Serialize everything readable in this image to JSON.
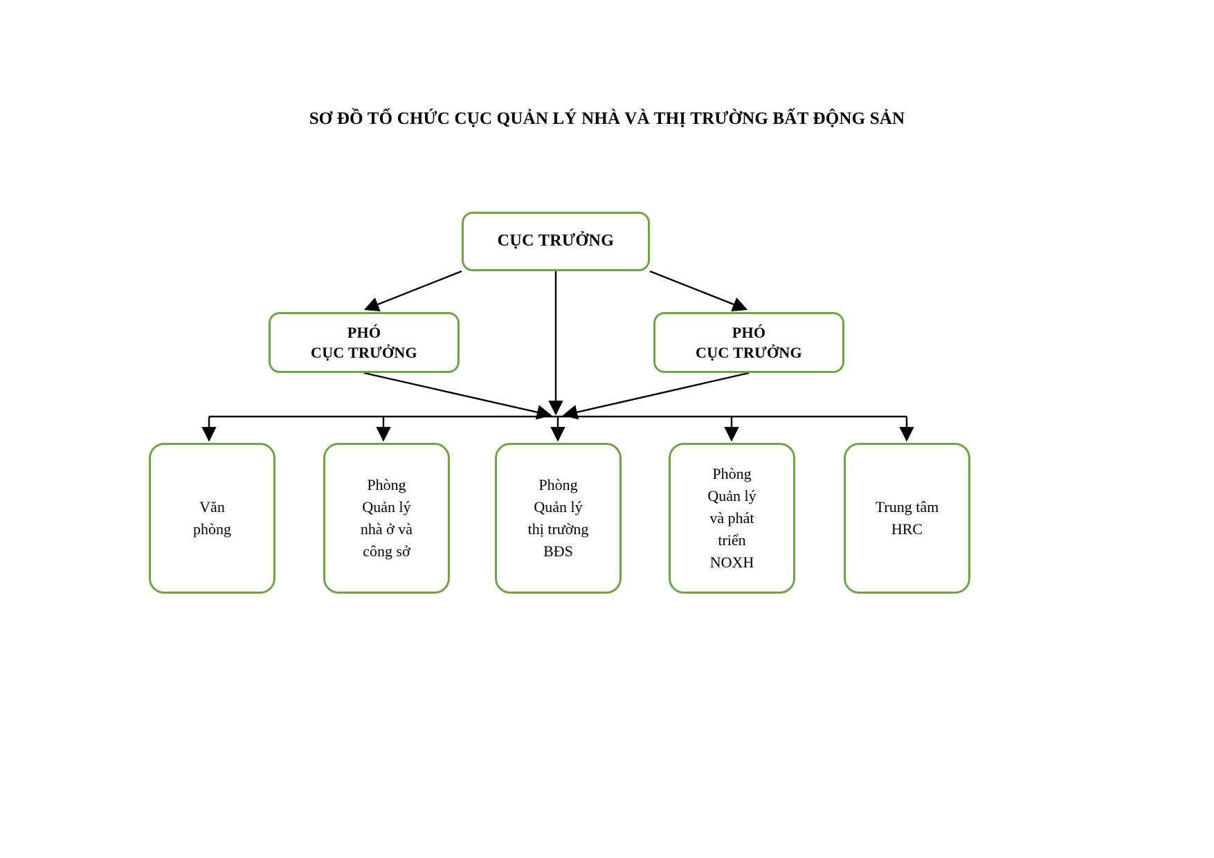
{
  "title": "SƠ ĐỒ TỔ CHỨC CỤC QUẢN LÝ NHÀ VÀ THỊ TRƯỜNG BẤT ĐỘNG SẢN",
  "colors": {
    "box_border": "#6fa346",
    "box_fill": "#ffffff",
    "connector": "#000000",
    "text": "#000000",
    "background": "#ffffff"
  },
  "chart_data": {
    "type": "org-chart",
    "levels": 3,
    "nodes": [
      {
        "id": "director",
        "level": 1,
        "label": "CỤC TRƯỞNG"
      },
      {
        "id": "deputy-left",
        "level": 2,
        "label": "PHÓ\nCỤC TRƯỞNG"
      },
      {
        "id": "deputy-right",
        "level": 2,
        "label": "PHÓ\nCỤC TRƯỞNG"
      },
      {
        "id": "unit-0",
        "level": 3,
        "label": "Văn\nphòng"
      },
      {
        "id": "unit-1",
        "level": 3,
        "label": "Phòng\nQuản lý\nnhà ở và\ncông sở"
      },
      {
        "id": "unit-2",
        "level": 3,
        "label": "Phòng\nQuản lý\nthị trường\nBĐS"
      },
      {
        "id": "unit-3",
        "level": 3,
        "label": "Phòng\nQuản lý\nvà phát\ntriển\nNOXH"
      },
      {
        "id": "unit-4",
        "level": 3,
        "label": "Trung tâm\nHRC"
      }
    ],
    "edges": [
      {
        "from": "director",
        "to": "deputy-left",
        "style": "arrow"
      },
      {
        "from": "director",
        "to": "deputy-right",
        "style": "arrow"
      },
      {
        "from": "director",
        "to": "unit-bus",
        "style": "arrow"
      },
      {
        "from": "deputy-left",
        "to": "unit-bus",
        "style": "arrow"
      },
      {
        "from": "deputy-right",
        "to": "unit-bus",
        "style": "arrow"
      },
      {
        "from": "unit-bus",
        "to": "unit-0",
        "style": "arrow"
      },
      {
        "from": "unit-bus",
        "to": "unit-1",
        "style": "arrow"
      },
      {
        "from": "unit-bus",
        "to": "unit-2",
        "style": "arrow"
      },
      {
        "from": "unit-bus",
        "to": "unit-3",
        "style": "arrow"
      },
      {
        "from": "unit-bus",
        "to": "unit-4",
        "style": "arrow"
      }
    ]
  },
  "nodes": {
    "director": {
      "label": "CỤC TRƯỞNG"
    },
    "deputy_left": {
      "label": "PHÓ\nCỤC TRƯỞNG"
    },
    "deputy_right": {
      "label": "PHÓ\nCỤC TRƯỞNG"
    },
    "units": [
      {
        "label": "Văn\nphòng"
      },
      {
        "label": "Phòng\nQuản lý\nnhà ở và\ncông sở"
      },
      {
        "label": "Phòng\nQuản lý\nthị trường\nBĐS"
      },
      {
        "label": "Phòng\nQuản lý\nvà phát\ntriển\nNOXH"
      },
      {
        "label": "Trung tâm\nHRC"
      }
    ]
  }
}
